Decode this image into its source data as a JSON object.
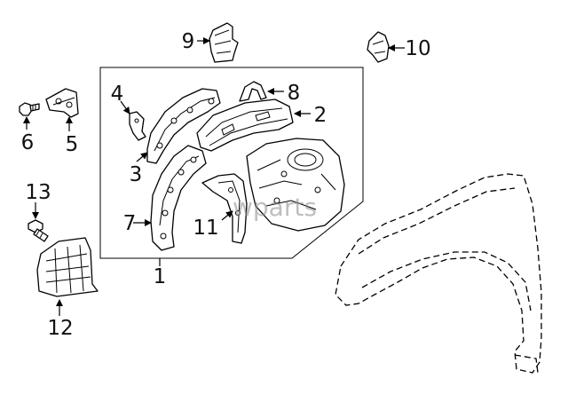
{
  "callouts": {
    "c1": "1",
    "c2": "2",
    "c3": "3",
    "c4": "4",
    "c5": "5",
    "c6": "6",
    "c7": "7",
    "c8": "8",
    "c9": "9",
    "c10": "10",
    "c11": "11",
    "c12": "12",
    "c13": "13"
  },
  "watermark": "wparts"
}
